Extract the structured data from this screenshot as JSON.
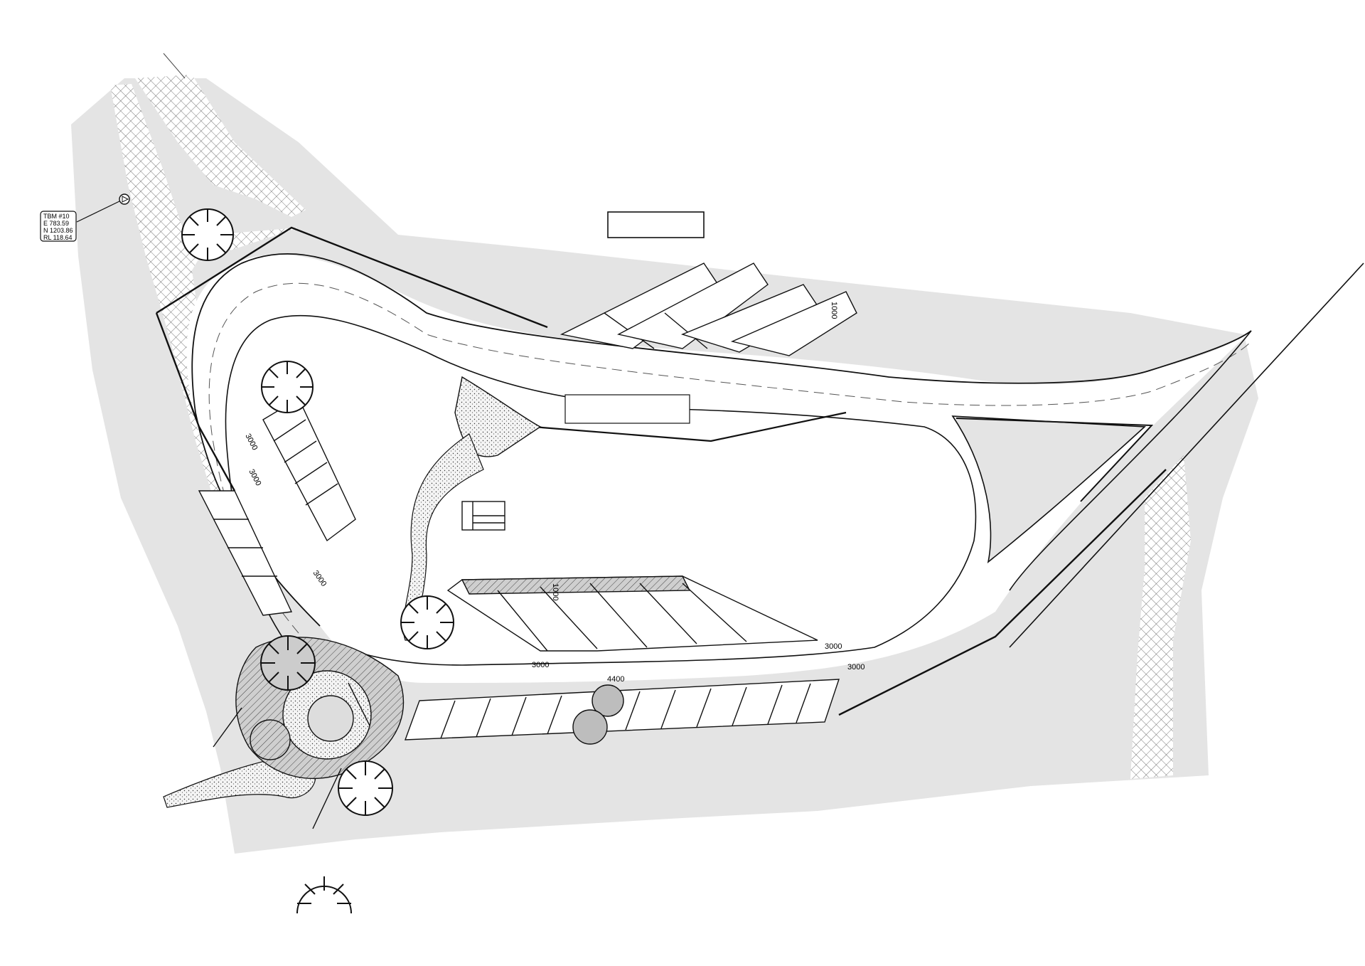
{
  "colors": {
    "background": "#ffffff",
    "site_fill": "#e4e4e4",
    "road_fill": "#ffffff",
    "line": "#111111",
    "hatch": "#444444"
  },
  "benchmark": {
    "icon": "survey-benchmark-icon",
    "label": "TBM #10",
    "easting": "E  783.59",
    "northing": "N  1203.86",
    "level": "RL  118.64"
  },
  "dimensions": {
    "road_width_1": "3000",
    "road_width_2": "3000",
    "road_width_3": "3000",
    "road_width_4": "3000",
    "road_width_5": "3000",
    "road_width_6": "3000",
    "bay_width": "4400",
    "bay_small": "1000"
  },
  "icons": {
    "tree": "tree-canopy-icon",
    "north_hint": "survey-benchmark-icon"
  }
}
